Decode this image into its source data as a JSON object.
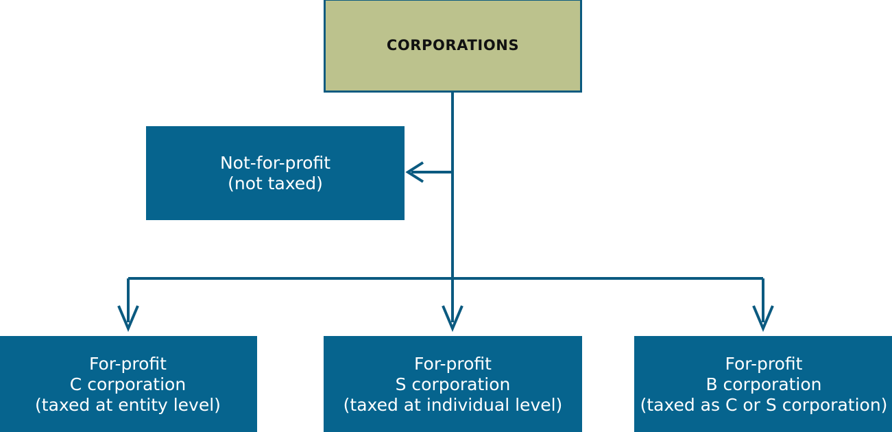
{
  "diagram": {
    "title_node": {
      "label": "CORPORATIONS",
      "fill": "#bcc28d",
      "border": "#0b5a80",
      "text_color": "#111111"
    },
    "branch_node": {
      "line1": "Not-for-profit",
      "line2": "(not taxed)",
      "fill": "#06648e",
      "text_color": "#ffffff"
    },
    "leaf_nodes": [
      {
        "line1": "For-profit",
        "line2": "C corporation",
        "line3": "(taxed at entity level)",
        "fill": "#06648e",
        "text_color": "#ffffff"
      },
      {
        "line1": "For-profit",
        "line2": "S corporation",
        "line3": "(taxed at individual level)",
        "fill": "#06648e",
        "text_color": "#ffffff"
      },
      {
        "line1": "For-profit",
        "line2": "B corporation",
        "line3": "(taxed as C or S corporation)",
        "fill": "#06648e",
        "text_color": "#ffffff"
      }
    ],
    "connector_color": "#0b5a80"
  }
}
